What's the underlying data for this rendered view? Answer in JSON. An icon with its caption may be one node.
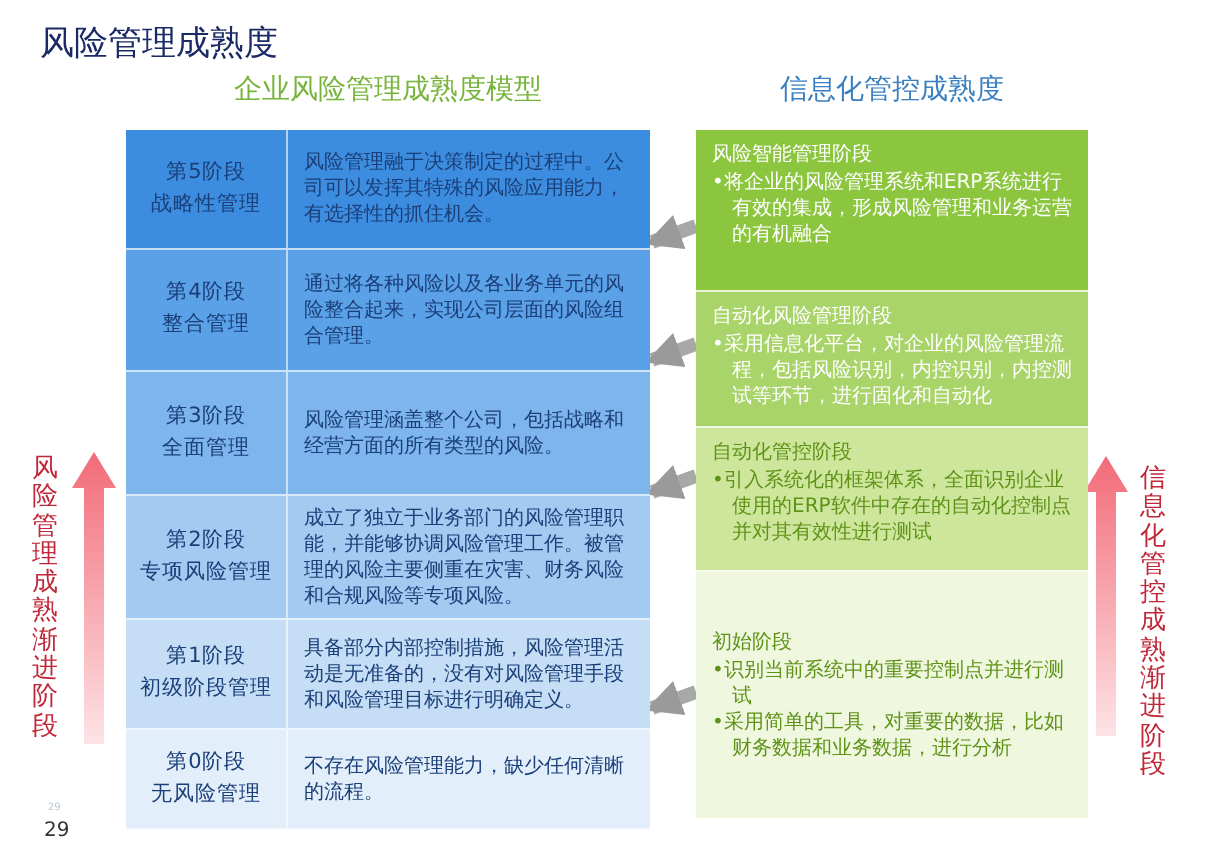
{
  "diagram": {
    "title": "风险管理成熟度",
    "nodes": [
      {
        "text": [
          "第5阶段",
          "战略性管理",
          "风险管理融于决策制定的过程中。公司可以发挥其特殊的风险应用能力，有选择性的抓住机会。"
        ]
      },
      {
        "text": [
          "第4阶段",
          "整合管理",
          "通过将各种风险以及各业务单元的风险整合起来，实现公司层面的风险组合管理。"
        ]
      },
      {
        "text": [
          "第3阶段",
          "全面管理",
          "风险管理涵盖整个公司，包括战略和经营方面的所有类型的风险。"
        ]
      },
      {
        "text": [
          "第2阶段",
          "专项风险管理",
          "成立了独立于业务部门的风险管理职能，并能够协调风险管理工作。被管理的风险主要侧重在灾害、财务风险和合规风险等专项风险。"
        ]
      },
      {
        "text": [
          "第1阶段",
          "初级阶段管理",
          "具备部分内部控制措施，风险管理活动是无准备的，没有对风险管理手段和风险管理目标进行明确定义。"
        ]
      },
      {
        "text": [
          "第0阶段",
          "无风险管理",
          "不存在风险管理能力，缺少任何清晰的流程。"
        ]
      },
      {
        "text": [
          "风险智能管理阶段",
          "•将企业的风险管理系统和ERP系统进行有效的集成，形成风险管理和业务运营的有机融合"
        ]
      },
      {
        "text": [
          "自动化风险管理阶段",
          "•采用信息化平台，对企业的风险管理流程，包括风险识别，内控识别，内控测试等环节，进行固化和自动化"
        ]
      },
      {
        "text": [
          "自动化管控阶段",
          "•引入系统化的框架体系，全面识别企业使用的ERP软件中存在的自动化控制点并对其有效性进行测试"
        ]
      },
      {
        "text": [
          "初始阶段",
          "•识别当前系统中的重要控制点并进行测试",
          "•采用简单的工具，对重要的数据，比如财务数据和业务数据，进行分析"
        ]
      }
    ],
    "edges": [
      {
        "from": 6,
        "to": 0,
        "arrow": "to"
      },
      {
        "from": 7,
        "to": 1,
        "arrow": "to"
      },
      {
        "from": 8,
        "to": 2,
        "arrow": "to"
      },
      {
        "from": 9,
        "to": 4,
        "arrow": "to"
      }
    ],
    "labels": [
      "企业风险管理成熟度模型",
      "信息化管控成熟度",
      "风险管理成熟渐进阶段",
      "信息化管控成熟渐进阶段",
      "29",
      "29"
    ]
  }
}
